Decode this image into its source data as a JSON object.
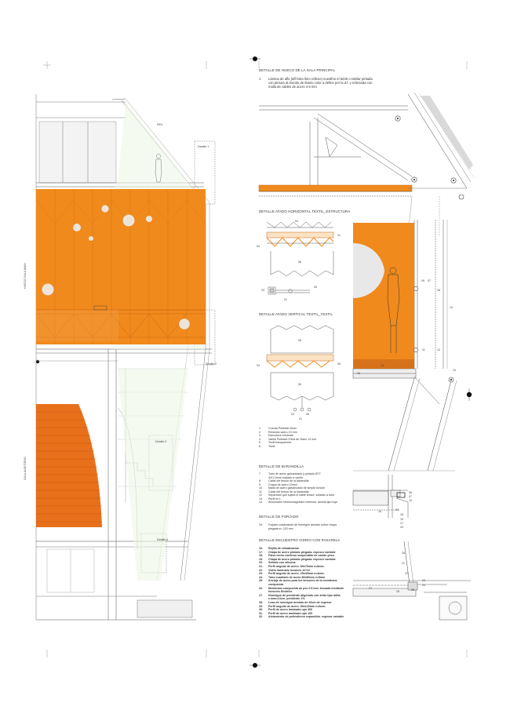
{
  "sheet": {
    "background": "#ffffff",
    "accent": "#f08a1c"
  },
  "left_section": {
    "side_labels": [
      "HUECO SALA MAIN",
      "SALA AUDITORIO"
    ],
    "tags": [
      "PIEL",
      "Detalle 1",
      "Detalle 2",
      "Detalle 3",
      "Detalle 4"
    ]
  },
  "details": {
    "d1": {
      "title": "DETALLE DE HUECO DE LA SALA PRINCIPAL",
      "notes": [
        {
          "n": "1",
          "text": "Lámina de aflo (afil bitra lloro relleno) nuestfon el 6235 o similar pintada"
        },
        {
          "n": "",
          "text": "con pintura al dorodo de titanio color a define por la d.f. y reforzada con"
        },
        {
          "n": "",
          "text": "malla de cables de acero 4-6 mm"
        }
      ]
    },
    "d2": {
      "title": "DETALLE ATADO HORIZONTAL TEXTIL_ESTRUCTURA"
    },
    "d3": {
      "title": "DETALLE ATADO VERTICAL TEXTIL_TEXTIL"
    },
    "legend_1": [
      {
        "n": "1",
        "text": "Cuerda Poliester 8mm"
      },
      {
        "n": "2",
        "text": "Redondo acero 10 mm"
      },
      {
        "n": "3",
        "text": "Estructura existente"
      },
      {
        "n": "4",
        "text": "Varilla Poliéster-Fibra de Vidrio 12 mm"
      },
      {
        "n": "5",
        "text": "Textil transparente"
      },
      {
        "n": "6",
        "text": "Textil"
      }
    ],
    "d4": {
      "title": "DETALLE DE BARANDILLA",
      "notes": [
        {
          "n": "7",
          "text": "Tubo de acero galvanizado y pintado Ø77"
        },
        {
          "n": "",
          "text": "4x12.5mm soldado a varilla"
        },
        {
          "n": "8",
          "text": "Cable del tensor de la barandilla"
        },
        {
          "n": "9",
          "text": "Chapa de acero 10mm"
        },
        {
          "n": "10",
          "text": "Malla de acero galvanizado de simple torsión"
        },
        {
          "n": "11",
          "text": "Cable del tensor de la barandilla"
        },
        {
          "n": "12",
          "text": "Separador que sujeta el cable tensor, soldado a tubo"
        },
        {
          "n": "13",
          "text": "Perfil en L"
        },
        {
          "n": "14",
          "text": "Accionador electromagnético extensor: amella tipo toys"
        }
      ]
    },
    "d5": {
      "title": "DETALLE DE FORJADO",
      "notes": [
        {
          "n": "15",
          "text": "Forjado colaborante de hormigón armado sobre chapa"
        },
        {
          "n": "",
          "text": "plegada e= 115 mm"
        }
      ]
    },
    "d6": {
      "title": "DETALLE ENCUENTRO VIDRIO CON PASARELA",
      "notes": [
        {
          "n": "16.",
          "text": "Rejilla de climatización"
        },
        {
          "n": "17.",
          "text": "Chapa de acero pintado plegada. espesor variable"
        },
        {
          "n": "18.",
          "text": "Falso techo continuo suspendido de cartón-yeso"
        },
        {
          "n": "19.",
          "text": "Chapa de acero pintado plegada. espesor variable"
        },
        {
          "n": "20.",
          "text": "Sellado con silicona"
        },
        {
          "n": "21.",
          "text": "Perfil angular de acero. 80x75mm e=6mm."
        },
        {
          "n": "22.",
          "text": "Vidrio laminado incoloro 12+12"
        },
        {
          "n": "23.",
          "text": "Perfil angular de acero. 25x40mm e=4mm."
        },
        {
          "n": "24.",
          "text": "Tubo cuadrado de acero 80x80mm e=5mm"
        },
        {
          "n": "25.",
          "text": "Anclaje de acero para los tensores de la membrane"
        },
        {
          "n": "",
          "text": "compuesta"
        },
        {
          "n": "26.",
          "text": "Membrane compuesta de pvc 0.5 mm. tensada mediante"
        },
        {
          "n": "",
          "text": "tensores flexibles"
        },
        {
          "n": "27.",
          "text": "Hormigon de pendiente  aligerado con árido tipo arlita."
        },
        {
          "n": "",
          "text": "e.max=11cm. pendiente 1%"
        },
        {
          "n": "28.",
          "text": "Losa de hormigon armado de 20cm de espesor"
        },
        {
          "n": "29.",
          "text": "Perfil angular de acero. 80x120mm e=6mm"
        },
        {
          "n": "30.",
          "text": "Perfil de acero laminado upn 300"
        },
        {
          "n": "31.",
          "text": "Perfil de acero laminado upn 100"
        },
        {
          "n": "32.",
          "text": "Aislamiento de poliestireno expandido. espesor variable"
        }
      ]
    }
  },
  "callouts": {
    "d2": [
      "02",
      "04",
      "01",
      "06",
      "05",
      "01",
      "03"
    ],
    "d3": [
      "06",
      "04",
      "05",
      "06",
      "04",
      "05",
      "01"
    ],
    "elev": [
      "09",
      "07",
      "08",
      "10",
      "11",
      "12",
      "13",
      "14",
      "15"
    ],
    "rail": [
      "08",
      "07",
      "10",
      "09",
      "16",
      "18",
      "19",
      "17",
      "20"
    ],
    "glass": [
      "26",
      "21",
      "22",
      "23",
      "24",
      "25",
      "28",
      "27"
    ]
  }
}
